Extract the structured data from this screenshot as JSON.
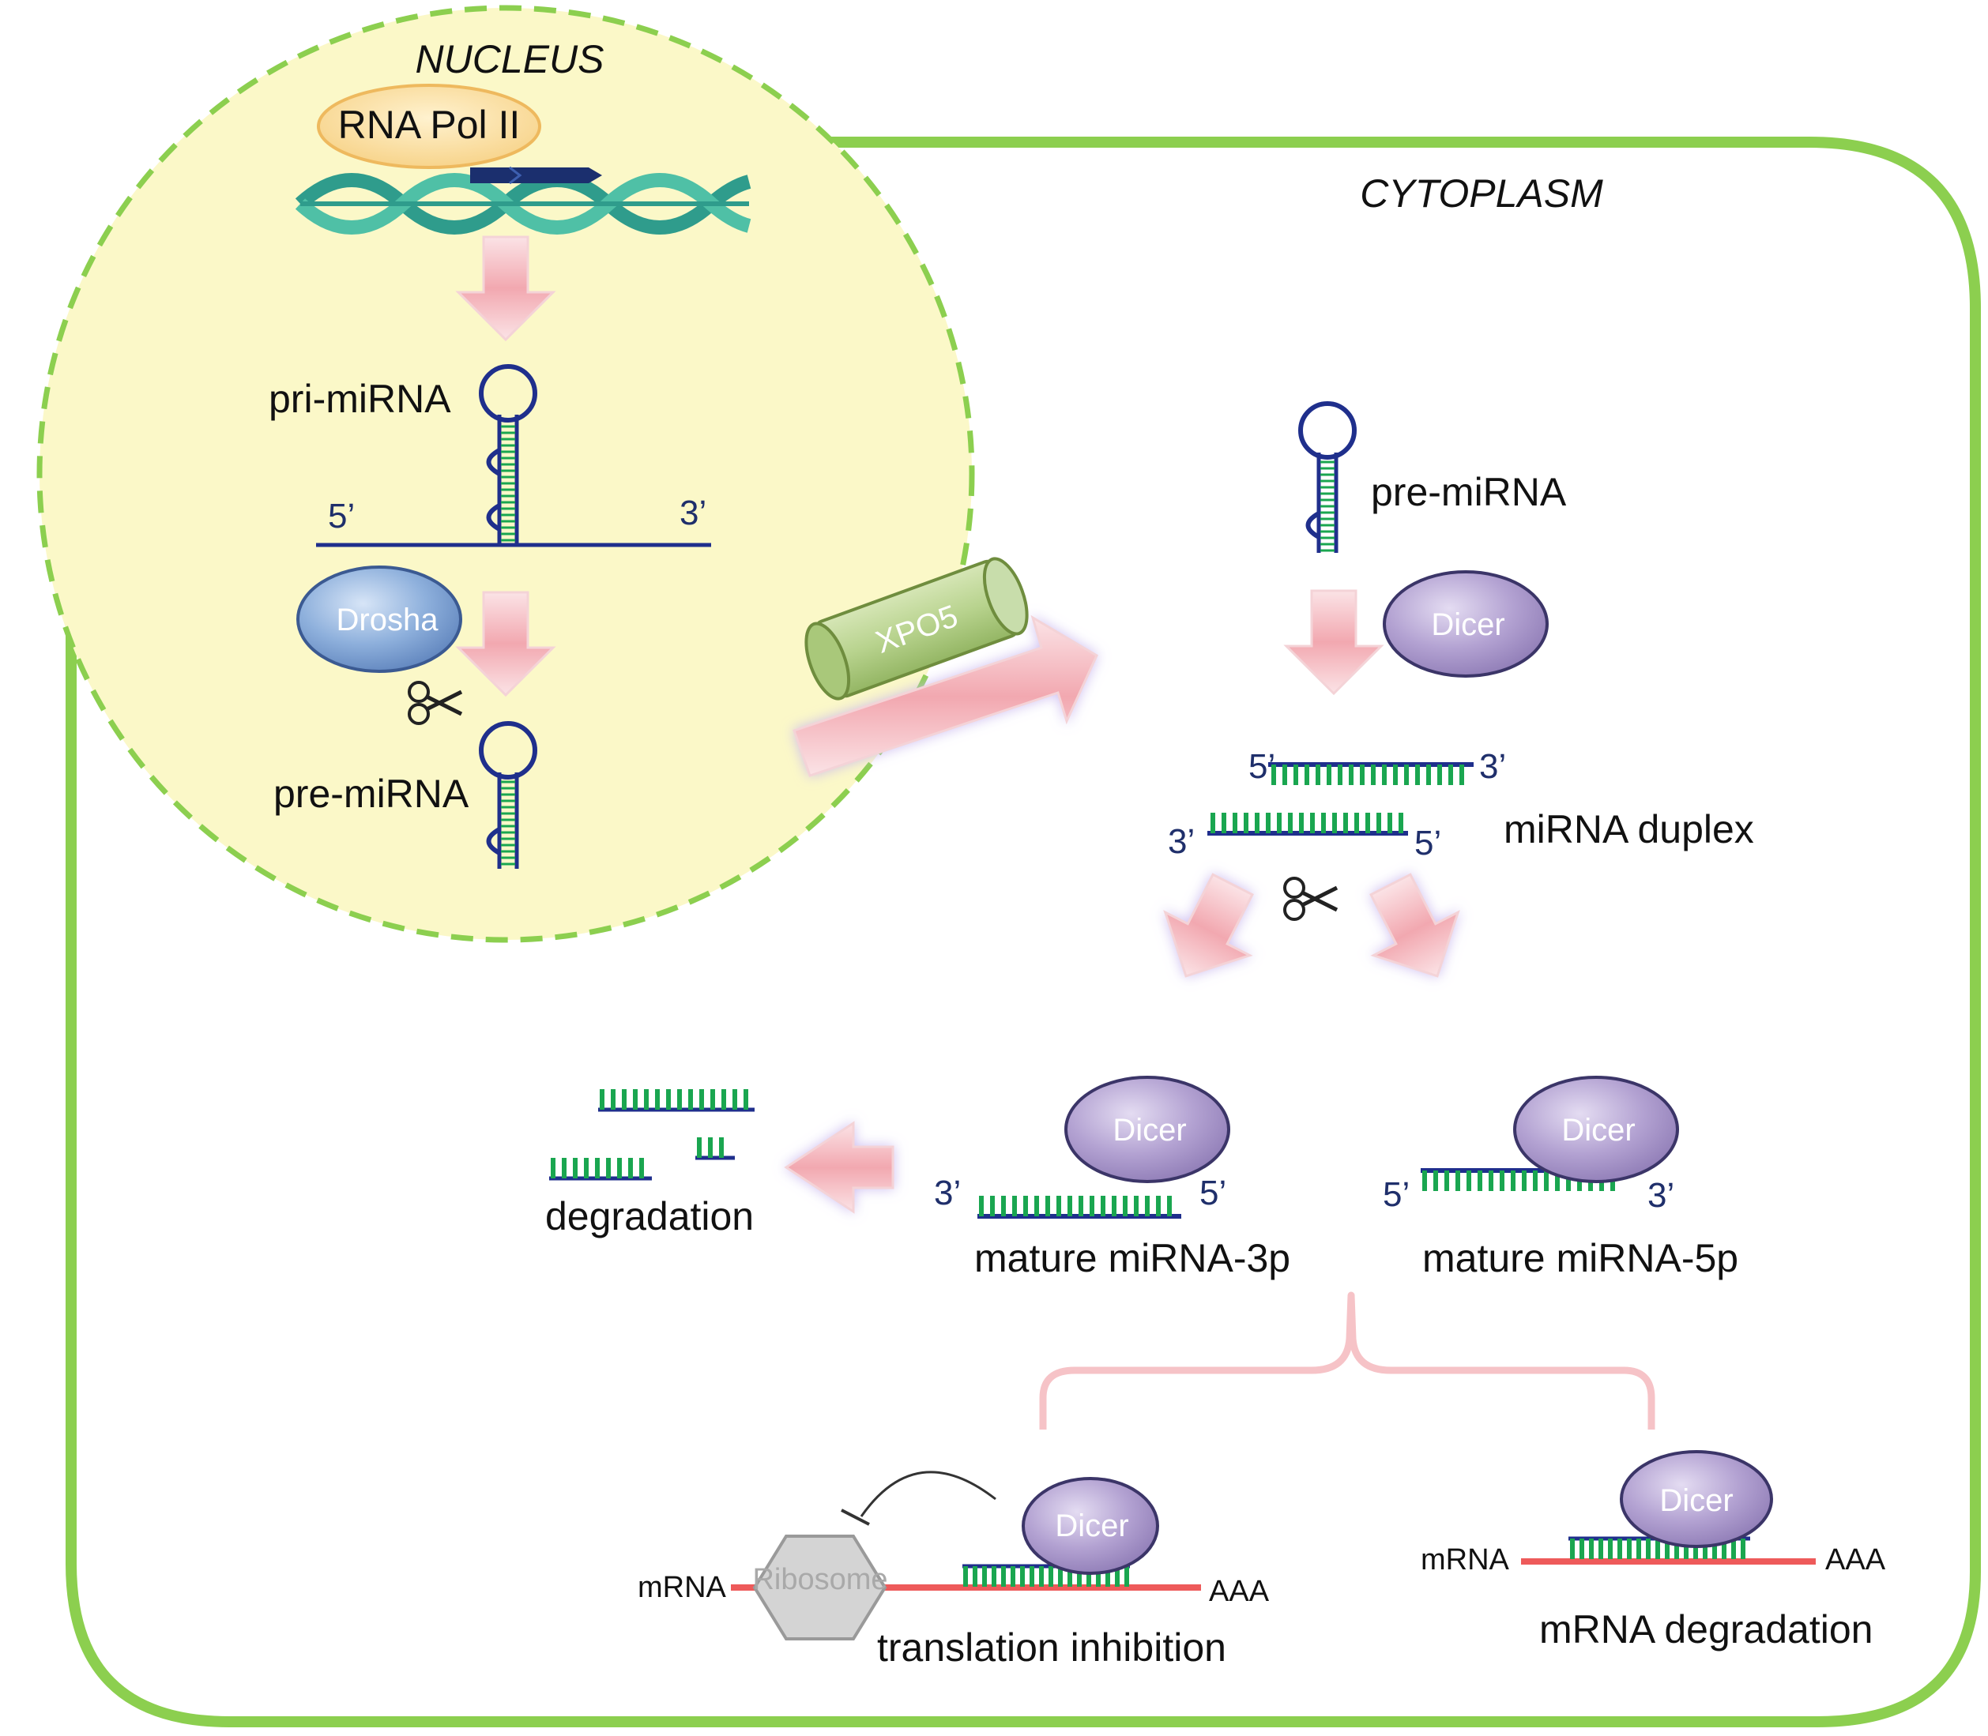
{
  "compartments": {
    "nucleus": "NUCLEUS",
    "cytoplasm": "CYTOPLASM"
  },
  "nucleus": {
    "polymerase": "RNA Pol II",
    "pri_label": "pri-miRNA",
    "pri_5": "5’",
    "pri_3": "3’",
    "drosha": "Drosha",
    "pre_label": "pre-miRNA"
  },
  "export": {
    "exportin": "XPO5"
  },
  "cytoplasm": {
    "pre_label": "pre-miRNA",
    "dicer": "Dicer",
    "duplex": {
      "label": "miRNA duplex",
      "top_5": "5’",
      "top_3": "3’",
      "bottom_3": "3’",
      "bottom_5": "5’"
    },
    "degradation": "degradation",
    "mature_3p": {
      "label": "mature miRNA-3p",
      "dicer": "Dicer",
      "end_left": "3’",
      "end_right": "5’"
    },
    "mature_5p": {
      "label": "mature miRNA-5p",
      "dicer": "Dicer",
      "end_left": "5’",
      "end_right": "3’"
    },
    "translation": {
      "label": "translation inhibition",
      "mrna": "mRNA",
      "ribosome": "Ribosome",
      "dicer": "Dicer",
      "tail": "AAA"
    },
    "mrna_degradation": {
      "label": "mRNA degradation",
      "mrna": "mRNA",
      "dicer": "Dicer",
      "tail": "AAA"
    }
  },
  "colors": {
    "membrane": "#8ccf4f",
    "nucleus_fill": "#fbf8c8",
    "strand": "#1f2f8c",
    "pairing": "#1aa650",
    "mrna": "#ee5a5a",
    "dicer": "#a895c6",
    "drosha": "#86a6d6",
    "arrow": "#f3c7cc"
  }
}
